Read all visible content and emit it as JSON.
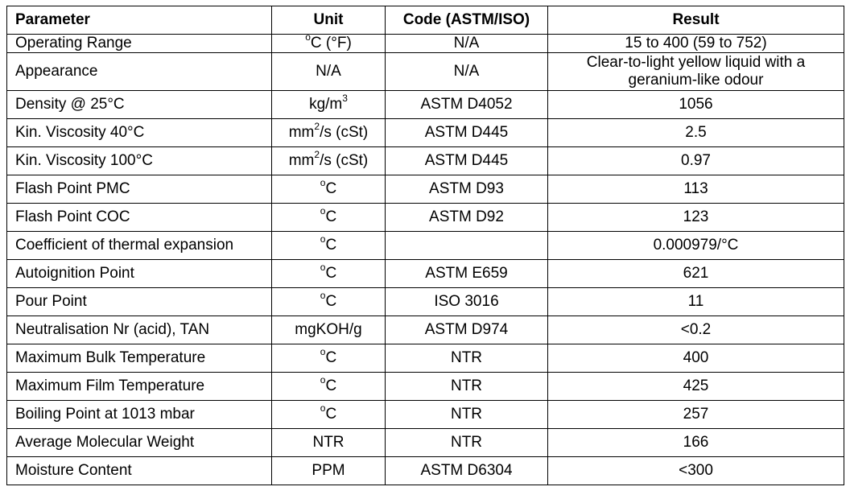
{
  "table": {
    "headers": {
      "parameter": "Parameter",
      "unit": "Unit",
      "code": "Code (ASTM/ISO)",
      "result": "Result"
    },
    "rows": [
      {
        "parameter": "Operating Range",
        "unit_pre": "",
        "unit_sup": "o",
        "unit_post": "C (°F)",
        "code": "N/A",
        "result": "15 to 400 (59 to 752)"
      },
      {
        "parameter": "Appearance",
        "unit_pre": "N/A",
        "unit_sup": "",
        "unit_post": "",
        "code": "N/A",
        "result": "Clear-to-light yellow liquid with a geranium-like odour"
      },
      {
        "parameter": "Density @ 25°C",
        "unit_pre": "kg/m",
        "unit_sup": "3",
        "unit_post": "",
        "code": "ASTM D4052",
        "result": "1056"
      },
      {
        "parameter": "Kin. Viscosity 40°C",
        "unit_pre": "mm",
        "unit_sup": "2",
        "unit_post": "/s (cSt)",
        "code": "ASTM D445",
        "result": "2.5"
      },
      {
        "parameter": "Kin. Viscosity 100°C",
        "unit_pre": "mm",
        "unit_sup": "2",
        "unit_post": "/s (cSt)",
        "code": "ASTM D445",
        "result": "0.97"
      },
      {
        "parameter": "Flash Point PMC",
        "unit_pre": "",
        "unit_sup": "o",
        "unit_post": "C",
        "code": "ASTM D93",
        "result": "113"
      },
      {
        "parameter": "Flash Point COC",
        "unit_pre": "",
        "unit_sup": "o",
        "unit_post": "C",
        "code": "ASTM D92",
        "result": "123"
      },
      {
        "parameter": "Coefficient of thermal expansion",
        "unit_pre": "",
        "unit_sup": "o",
        "unit_post": "C",
        "code": "",
        "result": "0.000979/°C"
      },
      {
        "parameter": "Autoignition Point",
        "unit_pre": "",
        "unit_sup": "o",
        "unit_post": "C",
        "code": "ASTM E659",
        "result": "621"
      },
      {
        "parameter": "Pour Point",
        "unit_pre": "",
        "unit_sup": "o",
        "unit_post": "C",
        "code": "ISO 3016",
        "result": "11"
      },
      {
        "parameter": "Neutralisation Nr (acid), TAN",
        "unit_pre": "mgKOH/g",
        "unit_sup": "",
        "unit_post": "",
        "code": "ASTM D974",
        "result": "<0.2"
      },
      {
        "parameter": "Maximum Bulk Temperature",
        "unit_pre": "",
        "unit_sup": "o",
        "unit_post": "C",
        "code": "NTR",
        "result": "400"
      },
      {
        "parameter": "Maximum Film Temperature",
        "unit_pre": "",
        "unit_sup": "o",
        "unit_post": "C",
        "code": "NTR",
        "result": "425"
      },
      {
        "parameter": "Boiling Point at 1013 mbar",
        "unit_pre": "",
        "unit_sup": "o",
        "unit_post": "C",
        "code": "NTR",
        "result": "257"
      },
      {
        "parameter": "Average Molecular Weight",
        "unit_pre": "NTR",
        "unit_sup": "",
        "unit_post": "",
        "code": "NTR",
        "result": "166"
      },
      {
        "parameter": "Moisture Content",
        "unit_pre": "PPM",
        "unit_sup": "",
        "unit_post": "",
        "code": "ASTM D6304",
        "result": "<300"
      }
    ]
  }
}
